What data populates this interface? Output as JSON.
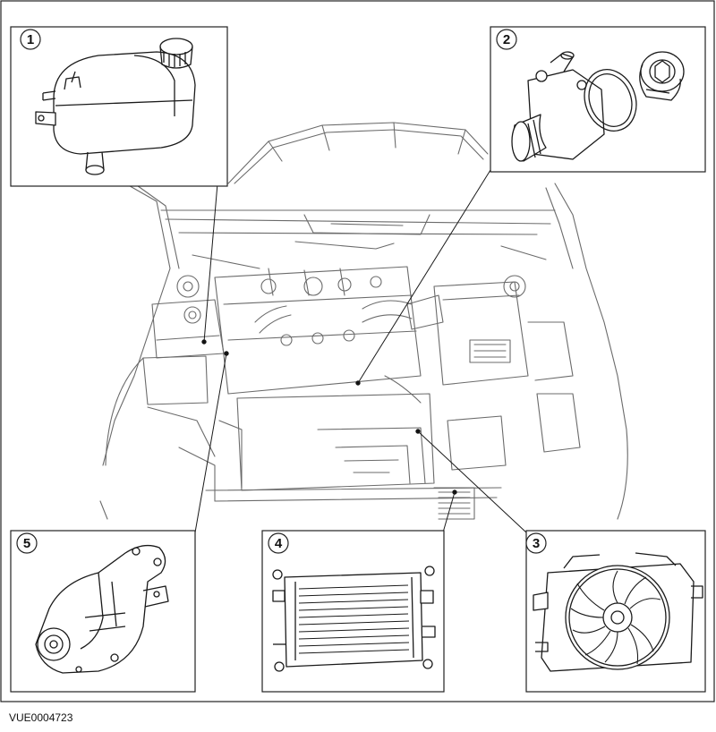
{
  "figure_id": "VUE0004723",
  "callouts": {
    "c1": "1",
    "c2": "2",
    "c3": "3",
    "c4": "4",
    "c5": "5"
  },
  "colors": {
    "line": "#1a1a1a",
    "engine_line": "#6b6b6b",
    "frame": "#222222"
  },
  "parts": [
    {
      "number": "1",
      "icon": "coolant-expansion-tank-icon"
    },
    {
      "number": "2",
      "icon": "thermostat-housing-icon"
    },
    {
      "number": "3",
      "icon": "cooling-fan-icon"
    },
    {
      "number": "4",
      "icon": "radiator-icon"
    },
    {
      "number": "5",
      "icon": "water-pump-icon"
    }
  ]
}
